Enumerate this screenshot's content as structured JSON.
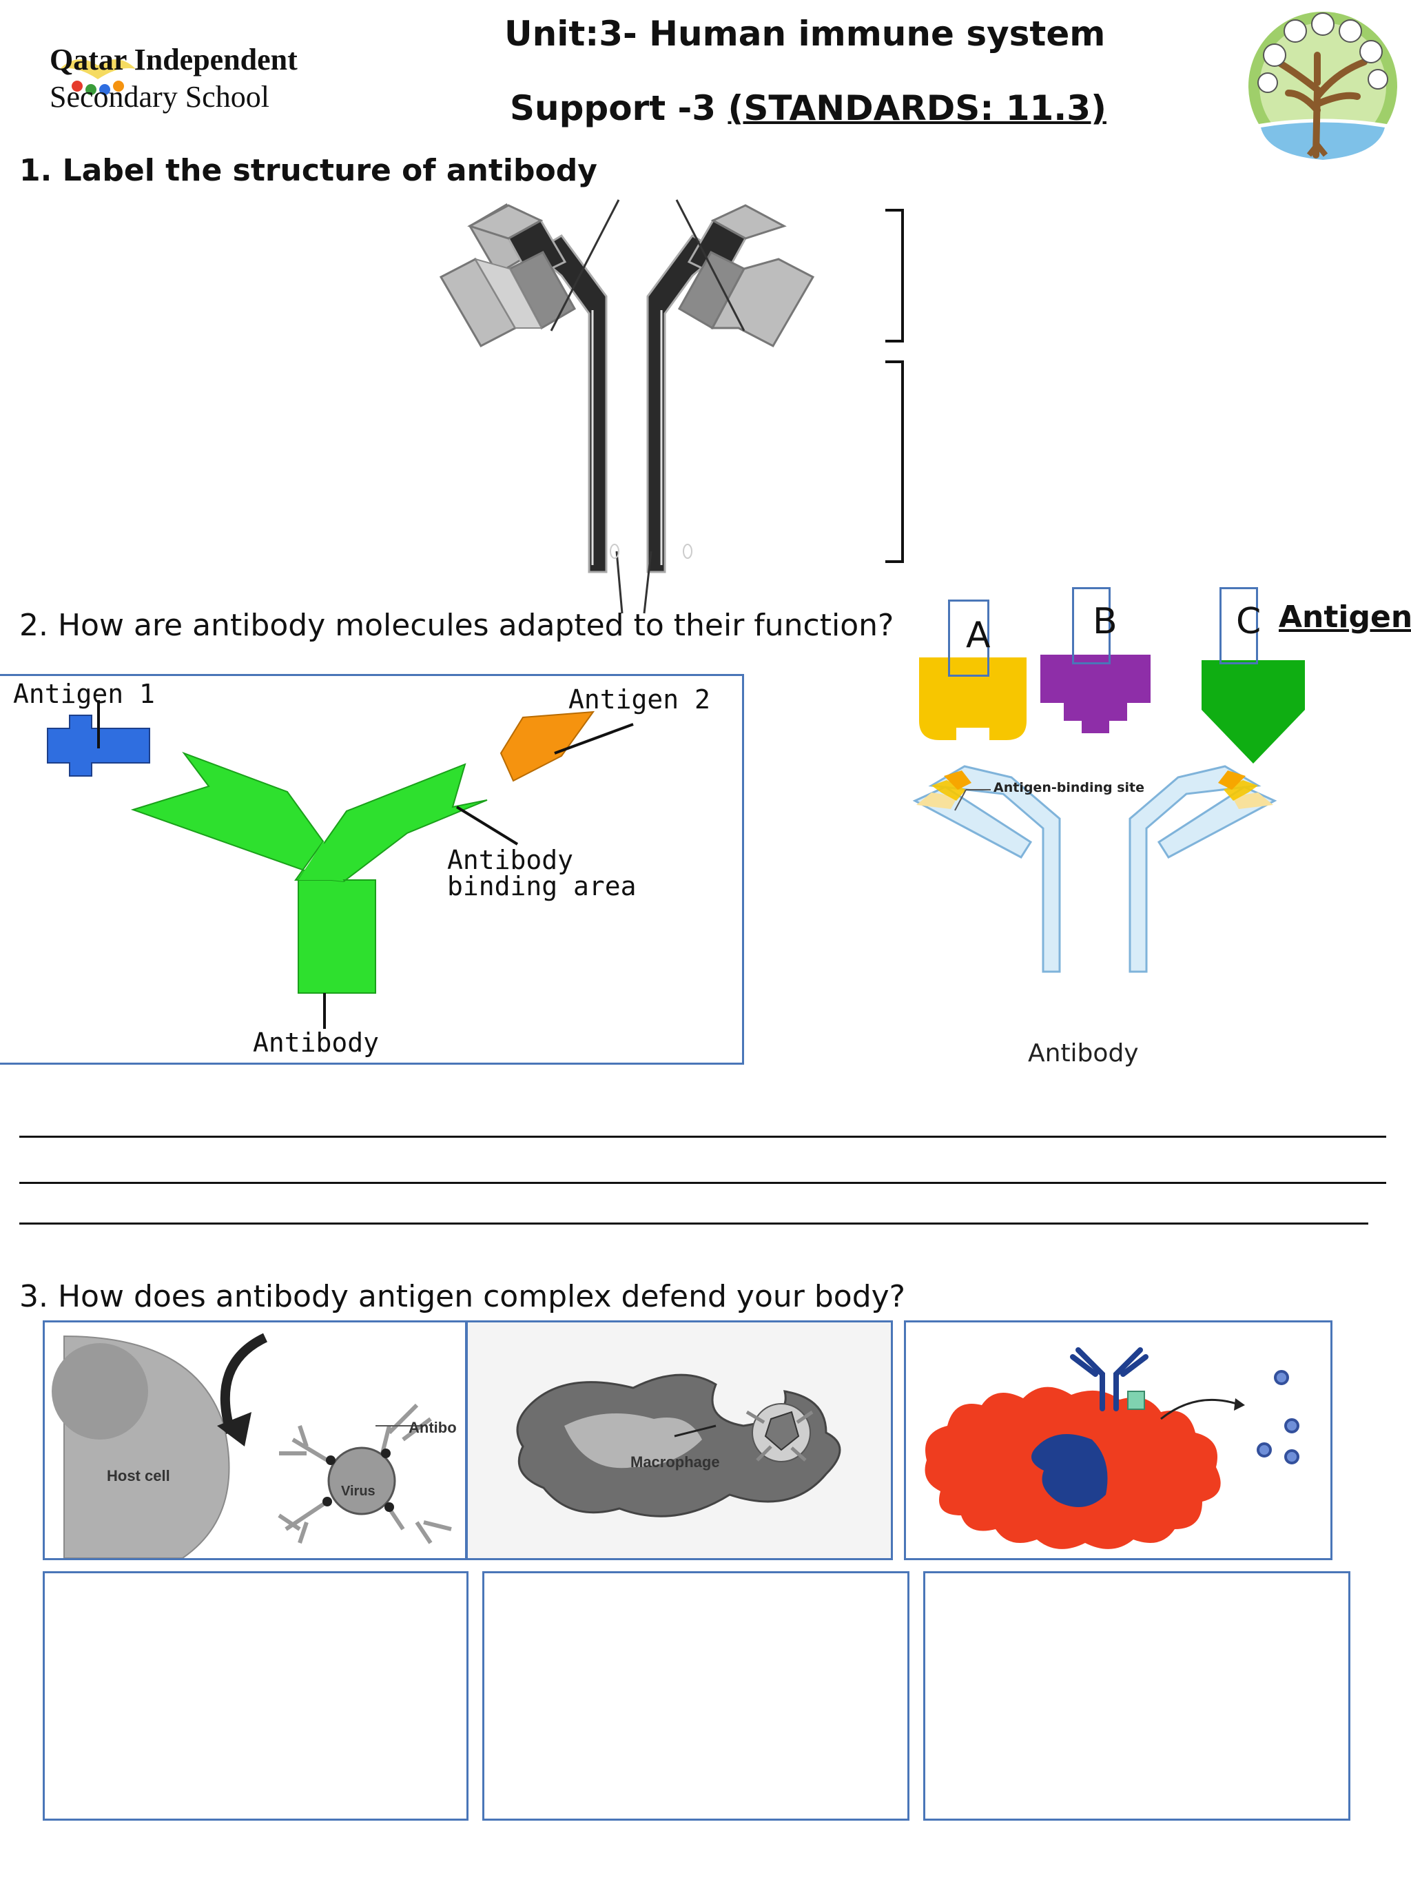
{
  "header": {
    "school_line1": "Qatar Independent",
    "school_line2": "Secondary School",
    "title": "Unit:3- Human immune system",
    "subtitle_prefix": "Support -3 ",
    "subtitle_standard": "(STANDARDS: 11.3)"
  },
  "question1": {
    "text": "1. Label the structure of antibody"
  },
  "question2": {
    "text": "2. How are antibody molecules adapted to their function?",
    "left_figure": {
      "antigen1": "Antigen 1",
      "antigen2": "Antigen 2",
      "binding_area_line1": "Antibody",
      "binding_area_line2": "binding area",
      "antibody": "Antibody"
    },
    "right_figure": {
      "letter_a": "A",
      "letter_b": "B",
      "letter_c": "C",
      "antigen": "Antigen",
      "binding_site": "Antigen-binding site",
      "antibody": "Antibody"
    }
  },
  "question3": {
    "text": "3. How does antibody antigen complex defend your body?",
    "panel1": {
      "host_cell": "Host cell",
      "virus": "Virus",
      "antibody_partial": "Antibo"
    },
    "panel2": {
      "macrophage": "Macrophage"
    }
  },
  "colors": {
    "box_border": "#4a76b8",
    "antigen_blue": "#2f6ee0",
    "antigen_orange": "#f5930f",
    "antibody_green": "#2ee02e",
    "antigen_yellow": "#f7c600",
    "antigen_purple": "#8e2ea8",
    "antigen_green": "#0fae12",
    "cell_red": "#ef3d1f",
    "nucleus_navy": "#1f3f8f"
  },
  "icons": [
    "school-logo-icon",
    "tree-logo-icon"
  ]
}
